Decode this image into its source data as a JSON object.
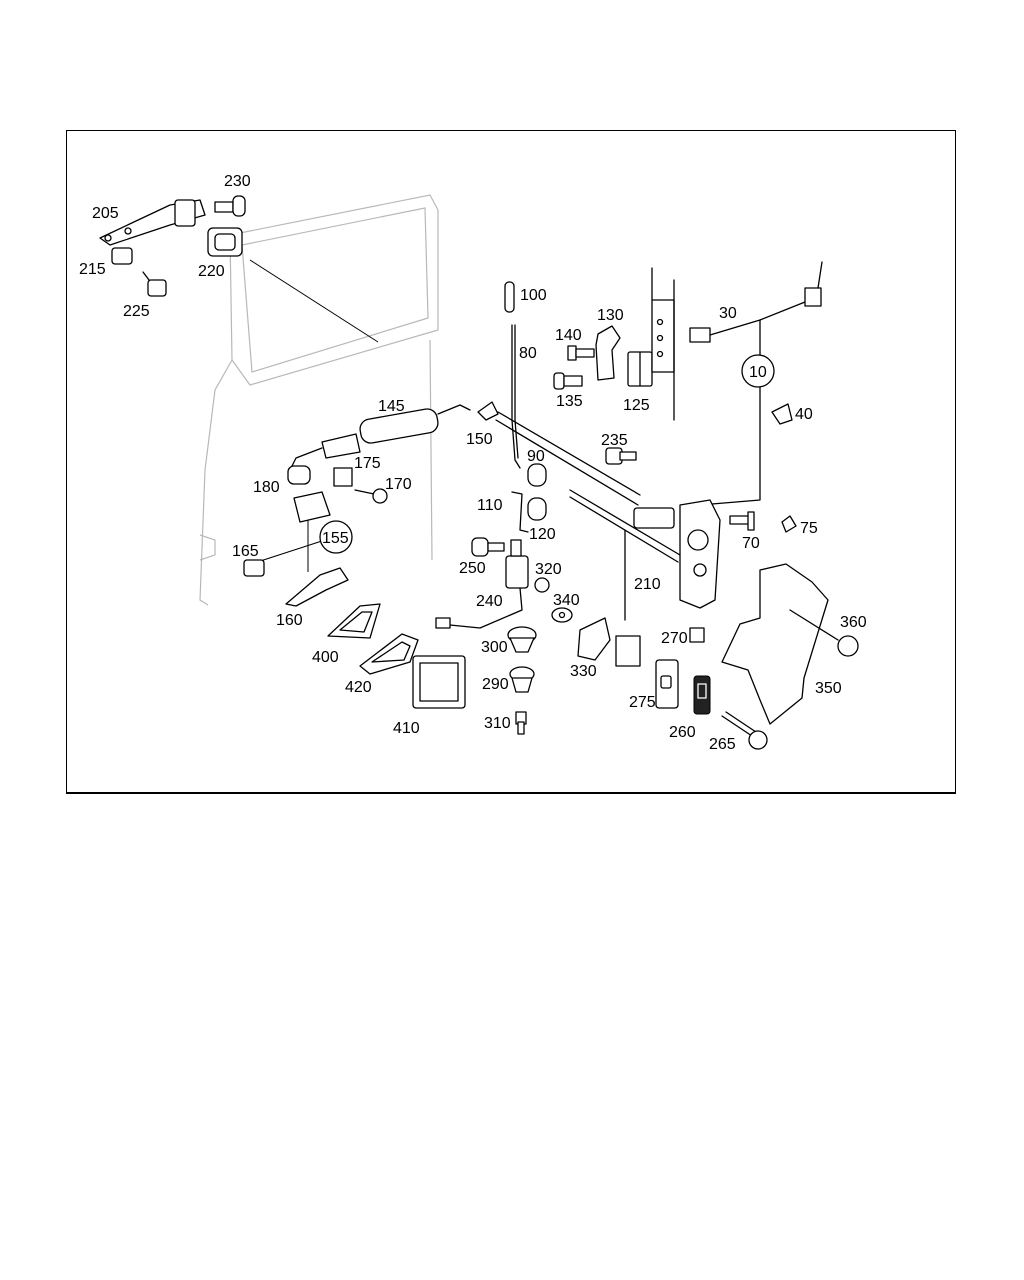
{
  "diagram": {
    "part_labels": [
      "205",
      "230",
      "215",
      "220",
      "225",
      "100",
      "80",
      "140",
      "130",
      "135",
      "125",
      "30",
      "10",
      "40",
      "145",
      "150",
      "175",
      "180",
      "170",
      "90",
      "235",
      "110",
      "120",
      "155",
      "165",
      "160",
      "250",
      "320",
      "240",
      "340",
      "210",
      "70",
      "75",
      "360",
      "400",
      "300",
      "330",
      "270",
      "420",
      "290",
      "350",
      "275",
      "410",
      "310",
      "260",
      "265"
    ],
    "circled_labels": [
      "10",
      "155"
    ]
  }
}
